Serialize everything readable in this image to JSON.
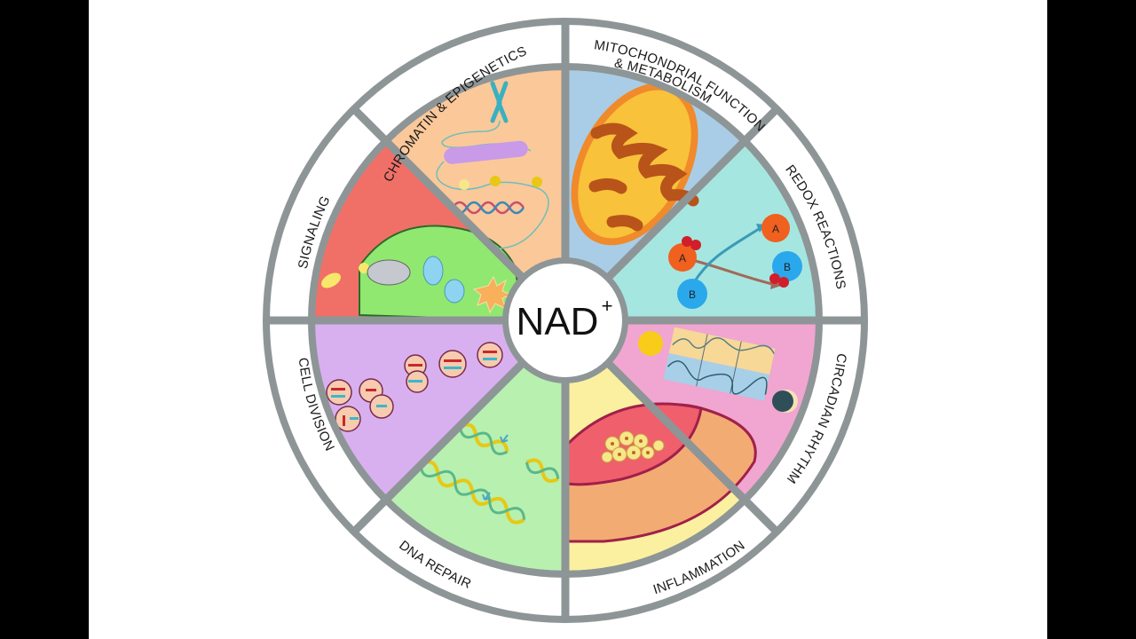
{
  "diagram": {
    "type": "circular-wheel",
    "center": {
      "label": "NAD",
      "superscript": "+"
    },
    "colors": {
      "ring": "#8e9596",
      "label_band": "#ffffff",
      "side_bars": "#000000"
    },
    "segments": [
      {
        "id": "mitochondrial",
        "label_line1": "MITOCHONDRIAL FUNCTION",
        "label_line2": "& METABOLISM",
        "color": "#a9cde6",
        "icon": "mitochondrion-icon"
      },
      {
        "id": "redox",
        "label_line1": "REDOX REACTIONS",
        "label_line2": "",
        "color": "#a6e6e0",
        "icon": "redox-molecules-icon",
        "molecules": [
          "A",
          "B",
          "A",
          "B"
        ]
      },
      {
        "id": "circadian",
        "label_line1": "CIRCADIAN RHYTHM",
        "label_line2": "",
        "color": "#f0a6d0",
        "icon": "sun-moon-waveform-icon"
      },
      {
        "id": "inflammation",
        "label_line1": "INFLAMMATION",
        "label_line2": "",
        "color": "#fbf0a0",
        "icon": "inflamed-tissue-icon"
      },
      {
        "id": "dna-repair",
        "label_line1": "DNA REPAIR",
        "label_line2": "",
        "color": "#b8f0b0",
        "icon": "dna-helix-icon"
      },
      {
        "id": "cell-division",
        "label_line1": "CELL DIVISION",
        "label_line2": "",
        "color": "#d8b0f0",
        "icon": "dividing-cells-icon"
      },
      {
        "id": "signaling",
        "label_line1": "SIGNALING",
        "label_line2": "",
        "color": "#f07068",
        "icon": "signaling-cascade-icon"
      },
      {
        "id": "chromatin",
        "label_line1": "CHROMATIN & EPIGENETICS",
        "label_line2": "",
        "color": "#fbc89a",
        "icon": "chromosome-icon"
      }
    ]
  }
}
